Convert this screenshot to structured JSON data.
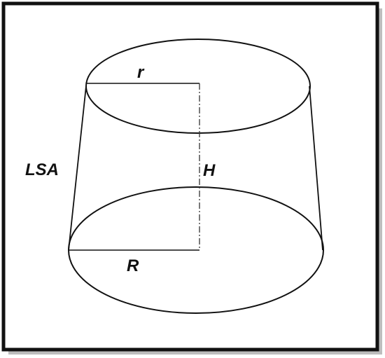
{
  "labels": {
    "top_radius": "r",
    "bottom_radius": "R",
    "height": "H",
    "lateral_surface_area": "LSA"
  },
  "colors": {
    "stroke": "#111111",
    "frame": "#111111",
    "background": "#ffffff"
  }
}
